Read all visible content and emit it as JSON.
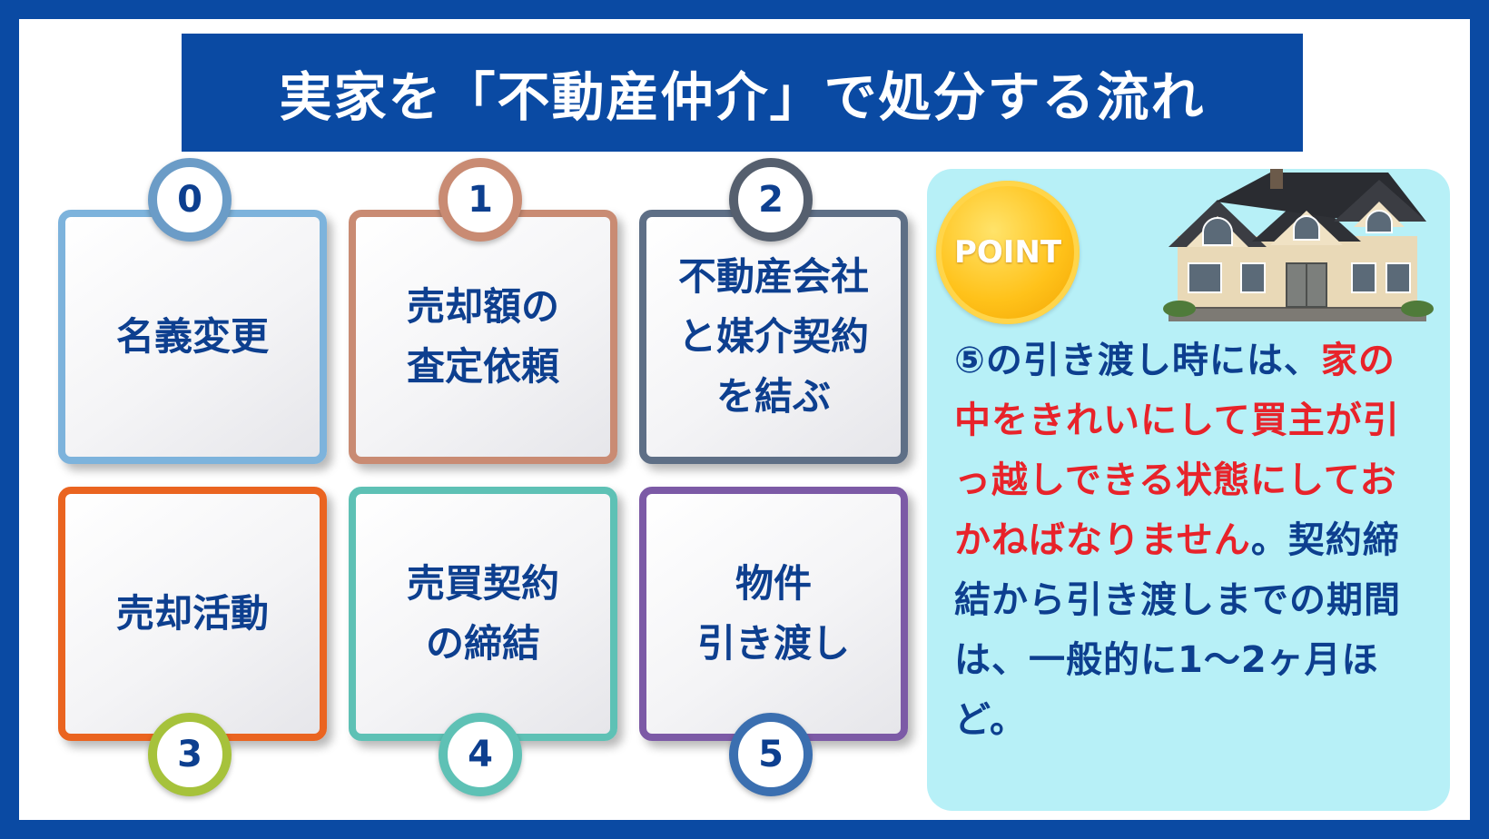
{
  "title": "実家を「不動産仲介」で処分する流れ",
  "steps": [
    {
      "number": "0",
      "label": "名義変更",
      "color": "#7db3dc"
    },
    {
      "number": "1",
      "label": "売却額の\n査定依頼",
      "color": "#c98b73"
    },
    {
      "number": "2",
      "label": "不動産会社\nと媒介契約\nを結ぶ",
      "color": "#5e6f86"
    },
    {
      "number": "3",
      "label": "売却活動",
      "color": "#ea6420"
    },
    {
      "number": "4",
      "label": "売買契約\nの締結",
      "color": "#5ec1b5"
    },
    {
      "number": "5",
      "label": "物件\n引き渡し",
      "color": "#7c5aa6"
    }
  ],
  "badge_colors": [
    "#6b9cc7",
    "#c98b73",
    "#555f6e",
    "#a6c23b",
    "#5ec1b5",
    "#3b6fb0"
  ],
  "point": {
    "badge": "POINT",
    "text_before": "⑤の引き渡し時には、",
    "text_highlight": "家の中をきれいにして買主が引っ越しできる状態にしておかねばなりません",
    "text_after": "。契約締結から引き渡しまでの期間は、一般的に1〜2ヶ月ほど。",
    "highlight_color": "#e8232a"
  },
  "colors": {
    "frame": "#0a4aa3",
    "text": "#0d3f8f",
    "point_bg": "#b7f0f7"
  }
}
